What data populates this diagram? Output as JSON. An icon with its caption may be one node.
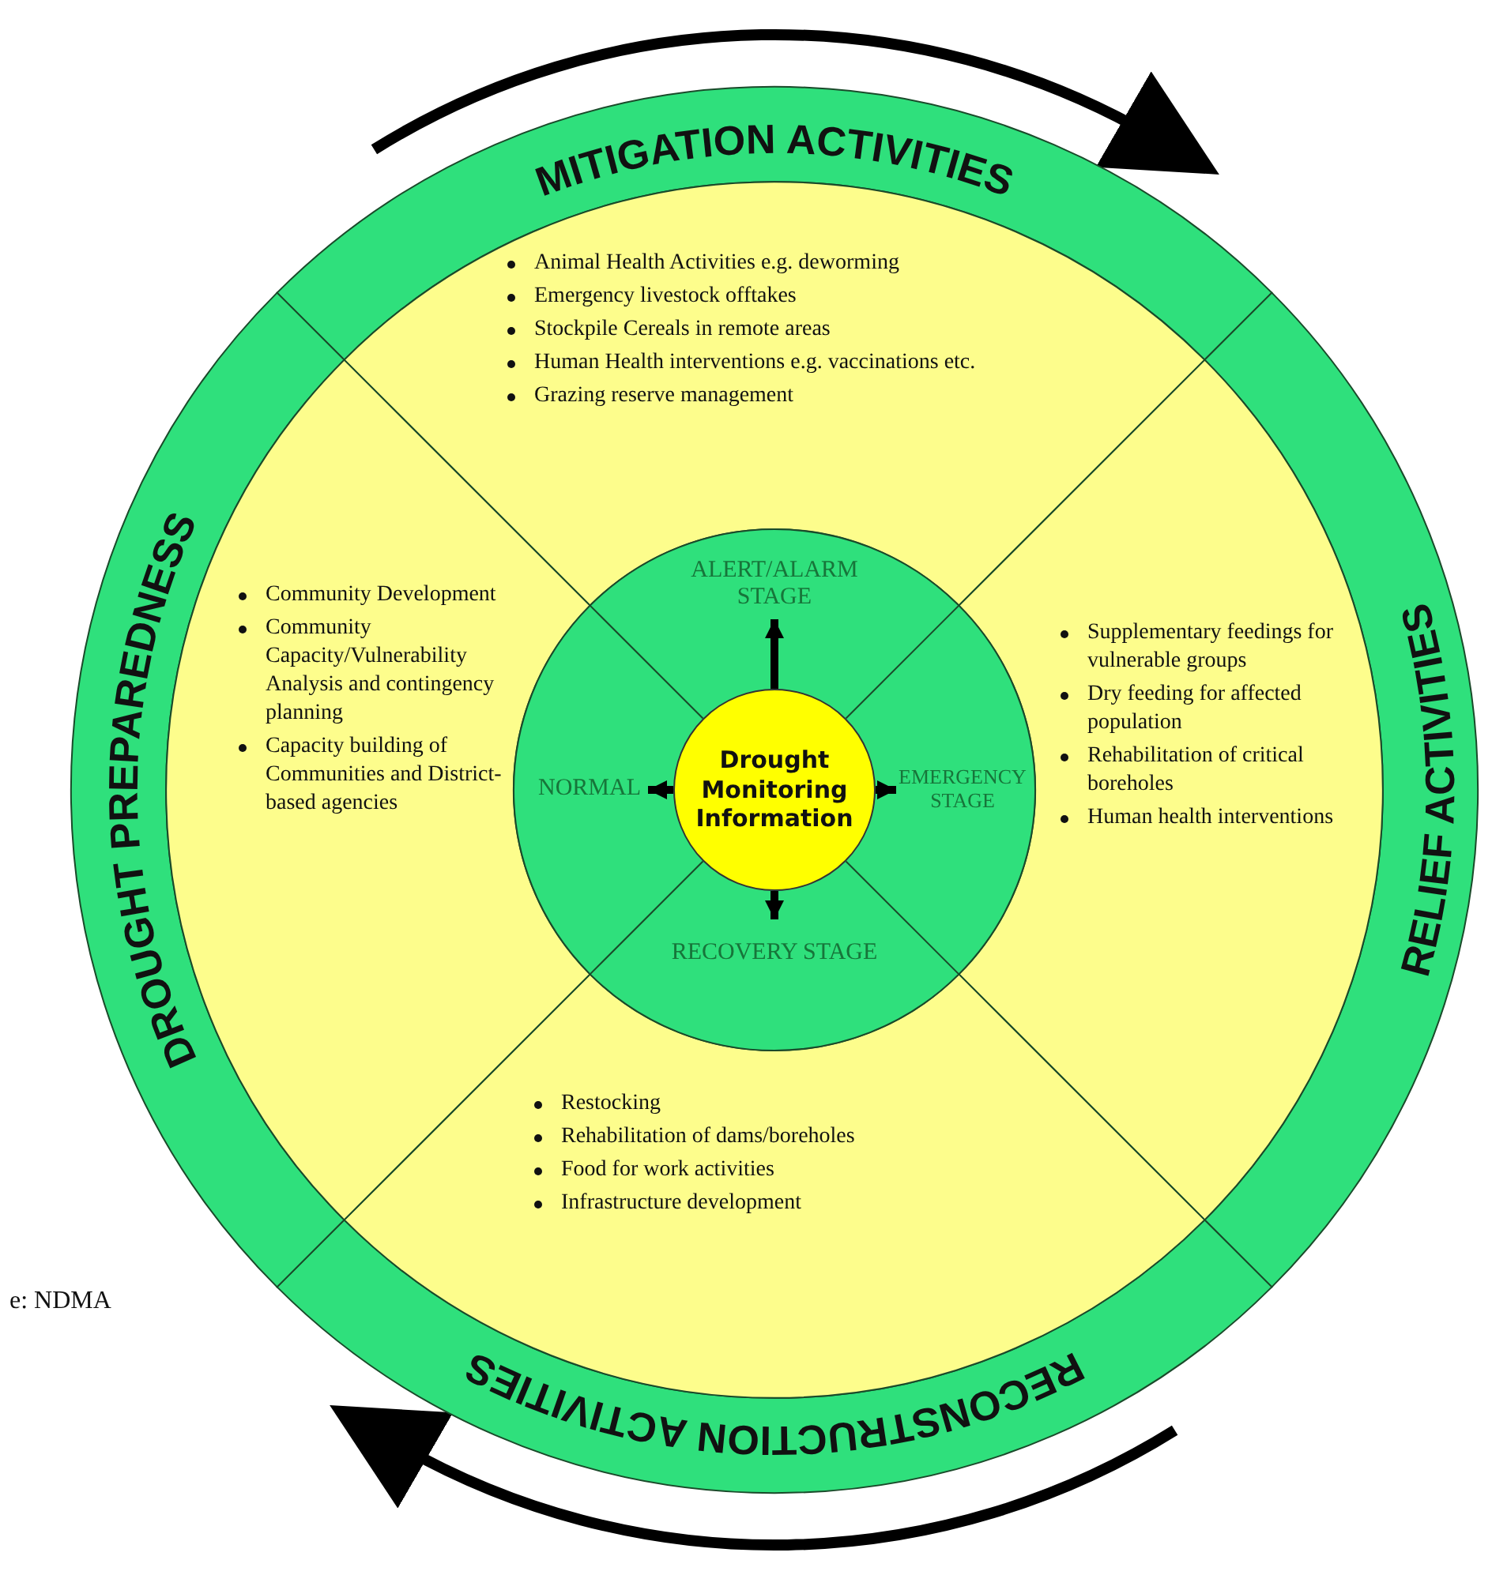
{
  "diagram": {
    "nodes": [
      {
        "text": [
          "Drought Monitoring Information"
        ]
      },
      {
        "text": [
          "ALERT/ALARM STAGE"
        ]
      },
      {
        "text": [
          "EMERGENCY STAGE"
        ]
      },
      {
        "text": [
          "RECOVERY STAGE"
        ]
      },
      {
        "text": [
          "NORMAL"
        ]
      },
      {
        "text": [
          "MITIGATION ACTIVITIES",
          "Animal Health Activities e.g. deworming",
          "Emergency livestock offtakes",
          "Stockpile Cereals in remote areas",
          "Human Health interventions e.g. vaccinations etc.",
          "Grazing reserve management"
        ]
      },
      {
        "text": [
          "RELIEF ACTIVITIES",
          "Supplementary feedings for vulnerable groups",
          "Dry feeding for affected population",
          "Rehabilitation of critical boreholes",
          "Human health interventions"
        ]
      },
      {
        "text": [
          "RECONSTRUCTION ACTIVITIES",
          "Restocking",
          "Rehabilitation of dams/boreholes",
          "Food for work activities",
          "Infrastructure development"
        ]
      },
      {
        "text": [
          "DROUGHT PREPAREDNESS",
          "Community Development",
          "Community Capacity/Vulnerability Analysis and contingency planning",
          "Capacity building of Communities and District-based agencies"
        ]
      }
    ],
    "edges": [
      {
        "from": 0,
        "to": 1,
        "arrow": "to"
      },
      {
        "from": 0,
        "to": 2,
        "arrow": "to"
      },
      {
        "from": 0,
        "to": 3,
        "arrow": "to"
      },
      {
        "from": 0,
        "to": 4,
        "arrow": "to"
      }
    ],
    "labels": [
      "e: NDMA"
    ]
  }
}
